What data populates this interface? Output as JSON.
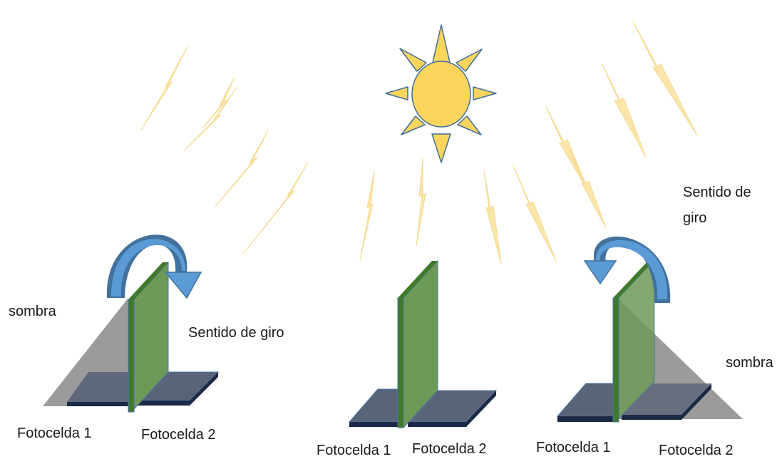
{
  "labels": {
    "left": {
      "shadow": "sombra",
      "cell1": "Fotocelda 1",
      "cell2": "Fotocelda 2",
      "rotation": "Sentido de giro"
    },
    "center": {
      "cell1": "Fotocelda 1",
      "cell2": "Fotocelda 2"
    },
    "right": {
      "shadow": "sombra",
      "cell1": "Fotocelda 1",
      "cell2": "Fotocelda 2",
      "rotation_line1": "Sentido de",
      "rotation_line2": "giro"
    }
  },
  "colors": {
    "sun_fill": "#fcd55c",
    "sun_stroke": "#3e6e9e",
    "ray_fill": "#fbe5a6",
    "ray_stroke": "#f4d789",
    "panel_face": "#6e9a58",
    "panel_edge": "#3f7a2a",
    "panel_outline": "#4a74a8",
    "photocell_top": "#5a6478",
    "photocell_side": "#1d2a45",
    "shadow": "#8a8a8a",
    "arrow_light": "#5b9bd5",
    "arrow_dark": "#41719c"
  },
  "icons": [
    "sun-icon",
    "rotation-arrow-icon"
  ]
}
